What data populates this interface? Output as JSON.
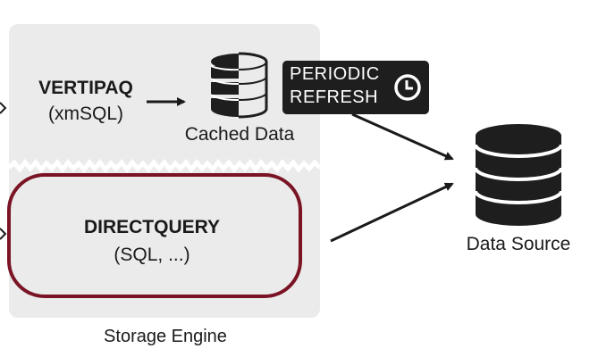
{
  "vertipaq": {
    "title": "VERTIPAQ",
    "subtitle": "(xmSQL)"
  },
  "cache": {
    "label": "Cached Data"
  },
  "refresh": {
    "line1": "PERIODIC",
    "line2": "REFRESH",
    "icon": "clock-icon"
  },
  "directquery": {
    "title": "DIRECTQUERY",
    "subtitle": "(SQL, ...)"
  },
  "storage_engine": {
    "label": "Storage Engine"
  },
  "data_source": {
    "label": "Data Source",
    "icon": "database-icon"
  },
  "colors": {
    "panel": "#ebebeb",
    "frame": "#7a1424",
    "dark": "#1e1e1e",
    "ink": "#1a1a1a"
  }
}
